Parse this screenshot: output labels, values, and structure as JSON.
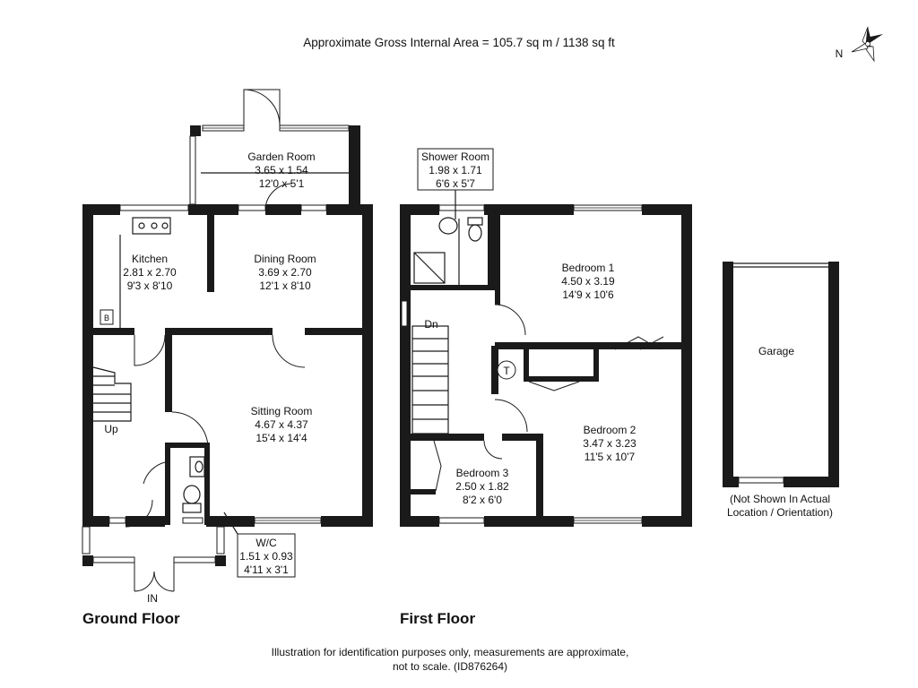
{
  "header": {
    "area": "Approximate Gross Internal Area = 105.7 sq m / 1138 sq ft"
  },
  "compass": {
    "label": "N"
  },
  "floors": {
    "ground": "Ground Floor",
    "first": "First Floor"
  },
  "entrance": "IN",
  "rooms": {
    "garden_room": {
      "name": "Garden Room",
      "metric": "3.65 x 1.54",
      "imperial": "12'0 x 5'1"
    },
    "kitchen": {
      "name": "Kitchen",
      "metric": "2.81 x 2.70",
      "imperial": "9'3 x 8'10"
    },
    "dining_room": {
      "name": "Dining Room",
      "metric": "3.69 x 2.70",
      "imperial": "12'1 x 8'10"
    },
    "sitting_room": {
      "name": "Sitting Room",
      "metric": "4.67 x 4.37",
      "imperial": "15'4 x 14'4"
    },
    "wc": {
      "name": "W/C",
      "metric": "1.51 x 0.93",
      "imperial": "4'11 x 3'1"
    },
    "shower_room": {
      "name": "Shower Room",
      "metric": "1.98 x 1.71",
      "imperial": "6'6 x 5'7"
    },
    "bedroom1": {
      "name": "Bedroom 1",
      "metric": "4.50 x 3.19",
      "imperial": "14'9 x 10'6"
    },
    "bedroom2": {
      "name": "Bedroom 2",
      "metric": "3.47 x 3.23",
      "imperial": "11'5 x 10'7"
    },
    "bedroom3": {
      "name": "Bedroom 3",
      "metric": "2.50 x 1.82",
      "imperial": "8'2 x 6'0"
    },
    "garage": {
      "name": "Garage"
    }
  },
  "stair_labels": {
    "up": "Up",
    "down": "Dn"
  },
  "fixtures": {
    "boiler": "B",
    "tank": "T"
  },
  "garage_note": {
    "line1": "(Not Shown In Actual",
    "line2": "Location / Orientation)"
  },
  "footer": {
    "line1": "Illustration for identification purposes only, measurements are approximate,",
    "line2": "not to scale. (ID876264)"
  }
}
